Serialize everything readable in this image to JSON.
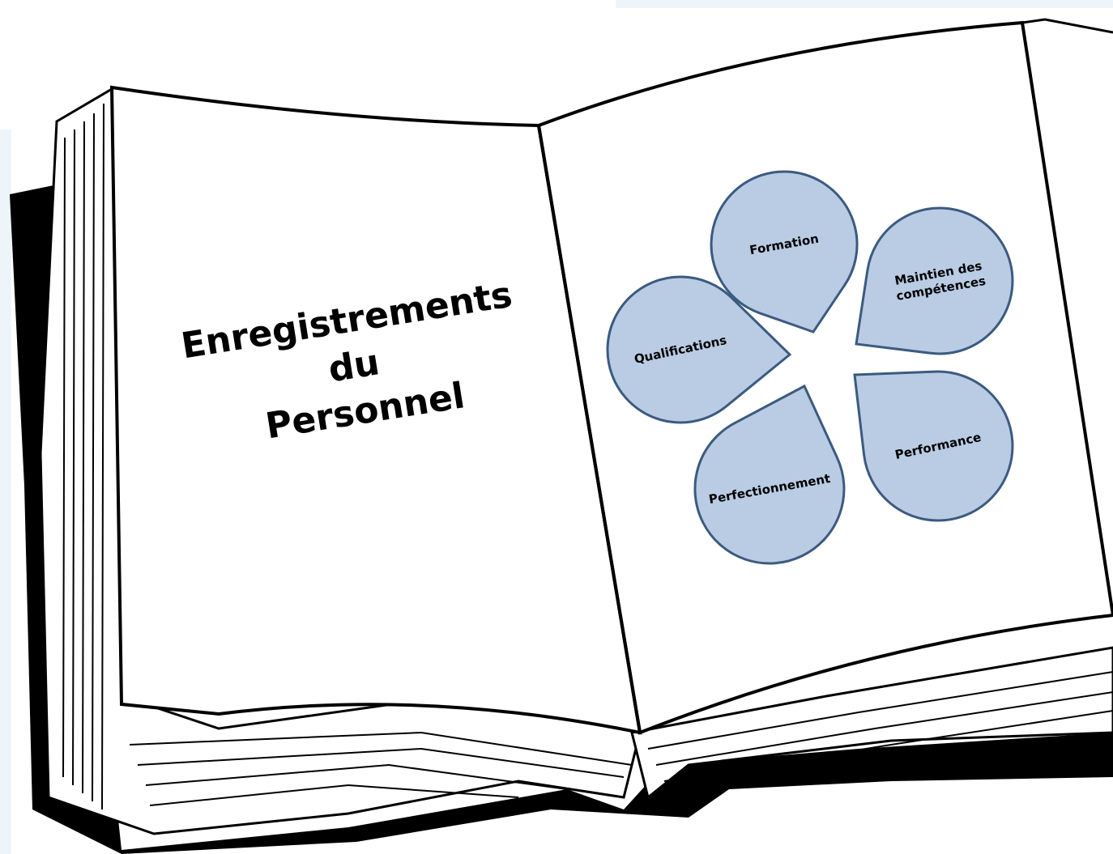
{
  "title": {
    "line1": "Enregistrements",
    "line2": "du",
    "line3": "Personnel"
  },
  "petals": [
    {
      "id": "formation",
      "label_lines": [
        "Formation"
      ]
    },
    {
      "id": "maintien",
      "label_lines": [
        "Maintien des",
        "compétences"
      ]
    },
    {
      "id": "performance",
      "label_lines": [
        "Performance"
      ]
    },
    {
      "id": "perfectionnement",
      "label_lines": [
        "Perfectionnement"
      ]
    },
    {
      "id": "qualifications",
      "label_lines": [
        "Qualifications"
      ]
    }
  ],
  "colors": {
    "petal_fill": "#b9cce4",
    "petal_stroke": "#3c5a80",
    "page_fill": "#ffffff",
    "ink": "#000000",
    "backdrop": "#eef5fa"
  }
}
